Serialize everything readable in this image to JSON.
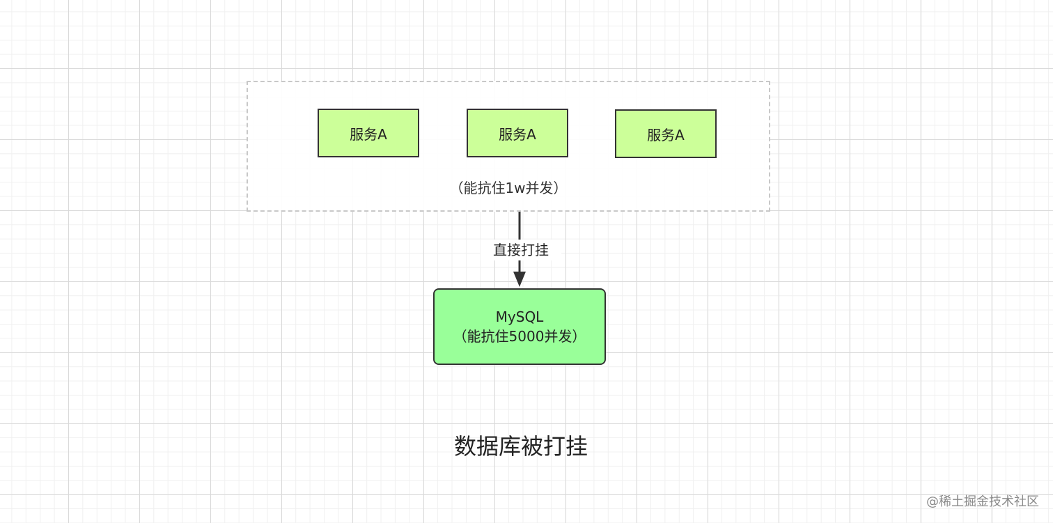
{
  "diagram": {
    "services": [
      {
        "label": "服务A"
      },
      {
        "label": "服务A"
      },
      {
        "label": "服务A"
      }
    ],
    "group_caption": "（能抗住1w并发）",
    "edge_label": "直接打挂",
    "database": {
      "line1": "MySQL",
      "line2": "（能抗住5000并发）"
    },
    "title": "数据库被打挂",
    "watermark": "@稀土掘金技术社区"
  },
  "colors": {
    "service_fill": "#ccff99",
    "database_fill": "#99ff99",
    "border": "#333333",
    "group_border": "#c8c8c8"
  }
}
